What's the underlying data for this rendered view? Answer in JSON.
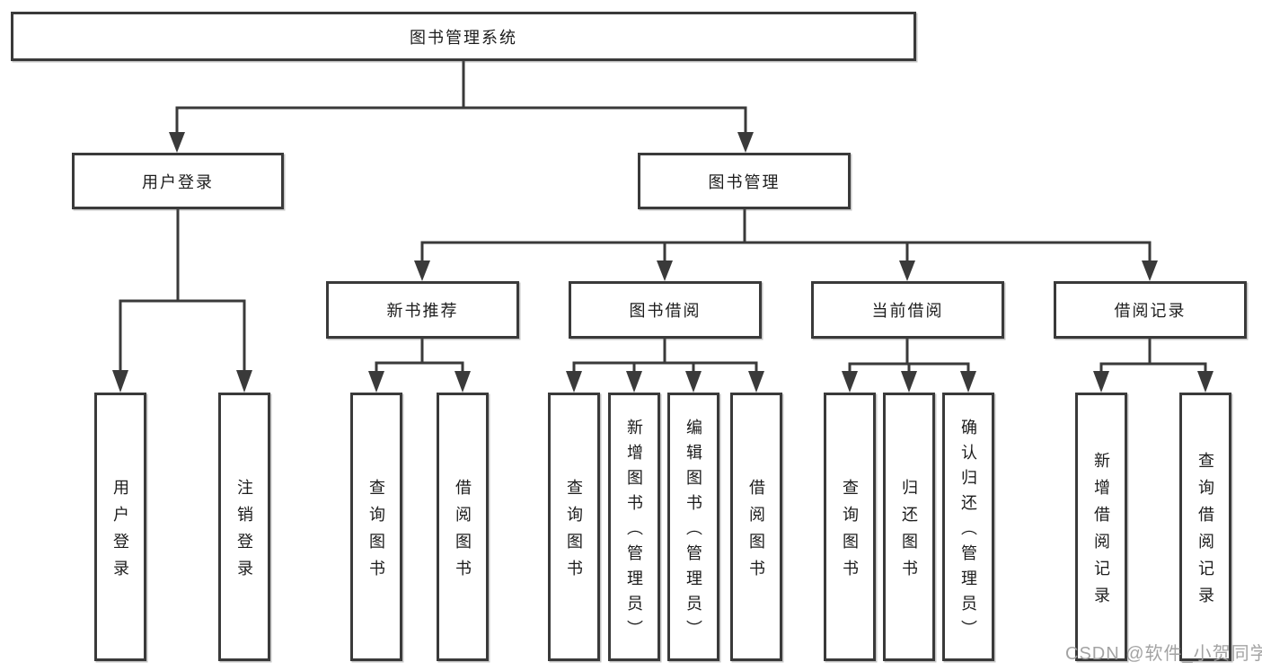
{
  "tree": {
    "root": {
      "label": "图书管理系统"
    },
    "children": [
      {
        "label": "用户登录",
        "children": [
          {
            "label": "用户登录"
          },
          {
            "label": "注销登录"
          }
        ]
      },
      {
        "label": "图书管理",
        "children": [
          {
            "label": "新书推荐",
            "children": [
              {
                "label": "查询图书"
              },
              {
                "label": "借阅图书"
              }
            ]
          },
          {
            "label": "图书借阅",
            "children": [
              {
                "label": "查询图书"
              },
              {
                "label": "新增图书（管理员）"
              },
              {
                "label": "编辑图书（管理员）"
              },
              {
                "label": "借阅图书"
              }
            ]
          },
          {
            "label": "当前借阅",
            "children": [
              {
                "label": "查询图书"
              },
              {
                "label": "归还图书"
              },
              {
                "label": "确认归还（管理员）"
              }
            ]
          },
          {
            "label": "借阅记录",
            "children": [
              {
                "label": "新增借阅记录"
              },
              {
                "label": "查询借阅记录"
              }
            ]
          }
        ]
      }
    ]
  },
  "watermark": {
    "text": "CSDN @软件_小贺同学"
  },
  "colors": {
    "line": "#3a3a3a",
    "text": "#1c1c1c",
    "background": "#ffffff",
    "watermark": "#9e9e9e"
  }
}
